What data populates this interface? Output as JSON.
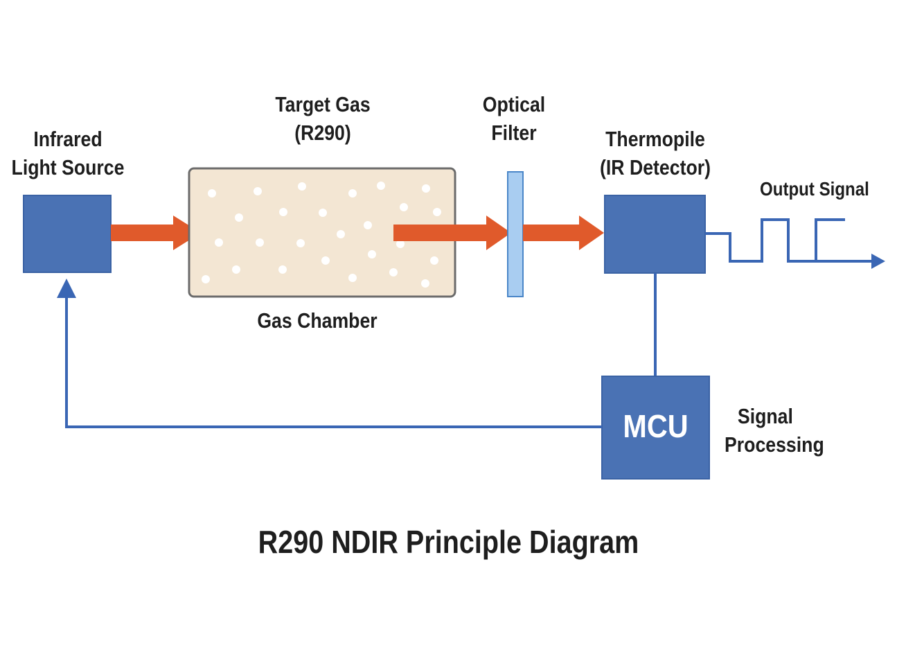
{
  "title": "R290 NDIR Principle Diagram",
  "colors": {
    "block_fill": "#4a72b4",
    "block_stroke": "#3a62a4",
    "beam": "#e05a2b",
    "signal_line": "#3a66b4",
    "chamber_fill": "#f3e6d3",
    "chamber_stroke": "#6b6b6b",
    "filter_fill": "#a9cdf1",
    "filter_stroke": "#4a86c8",
    "particle": "#ffffff"
  },
  "nodes": {
    "light_source": {
      "label_line1": "Infrared",
      "label_line2": "Light Source"
    },
    "target_gas": {
      "label_line1": "Target Gas",
      "label_line2": "(R290)"
    },
    "gas_chamber": {
      "label": "Gas Chamber"
    },
    "optical_filter": {
      "label_line1": "Optical",
      "label_line2": "Filter"
    },
    "thermopile": {
      "label_line1": "Thermopile",
      "label_line2": "(IR Detector)"
    },
    "output_signal": {
      "label": "Output Signal"
    },
    "mcu": {
      "label": "MCU",
      "caption_line1": "Signal",
      "caption_line2": "Processing"
    }
  },
  "connections": [
    {
      "from": "light_source",
      "to": "gas_chamber",
      "kind": "infrared-beam"
    },
    {
      "from": "gas_chamber",
      "to": "optical_filter",
      "kind": "infrared-beam"
    },
    {
      "from": "optical_filter",
      "to": "thermopile",
      "kind": "infrared-beam"
    },
    {
      "from": "thermopile",
      "to": "output_signal",
      "kind": "pulse-signal"
    },
    {
      "from": "thermopile",
      "to": "mcu",
      "kind": "wire"
    },
    {
      "from": "mcu",
      "to": "light_source",
      "kind": "feedback-arrow"
    }
  ]
}
